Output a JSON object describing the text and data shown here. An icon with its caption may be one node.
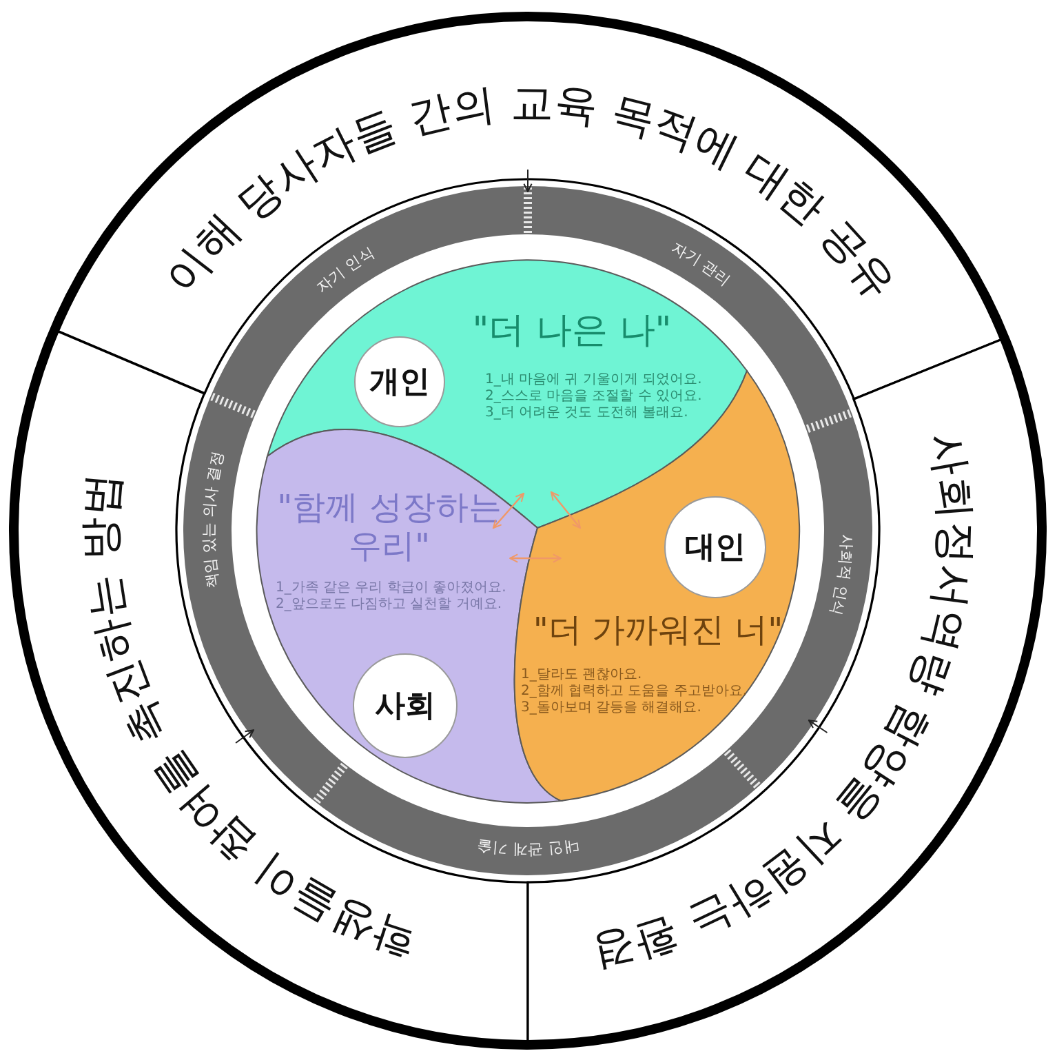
{
  "diagram": {
    "nodes": [
      {
        "text": [
          "이해 당사자들 간의 교육 목적에 대한 공유"
        ]
      },
      {
        "text": [
          "학생들이 참여를 촉진하는 방법"
        ]
      },
      {
        "text": [
          "사회정서역량 함양을 지원하는 환경"
        ]
      },
      {
        "text": [
          "\"더 나은 나\"",
          "1_내 마음에 귀 기울이게 되었어요.",
          "2_스스로 마음을 조절할 수 있어요.",
          "3_더 어려운 것도 도전해 볼래요."
        ]
      },
      {
        "text": [
          "개인"
        ],
        "in": 3
      },
      {
        "text": [
          "\"함께 성장하는 우리\"",
          "1_가족 같은 우리 학급이 좋아졌어요.",
          "2_앞으로도 다짐하고 실천할 거예요."
        ]
      },
      {
        "text": [
          "사회"
        ],
        "in": 5
      },
      {
        "text": [
          "\"더 가까워진 너\"",
          "1_달라도 괜찮아요.",
          "2_함께 협력하고 도움을 주고받아요.",
          "3_돌아보며 갈등을 해결해요."
        ]
      },
      {
        "text": [
          "대인"
        ],
        "in": 7
      }
    ],
    "labels": [
      "자기 인식",
      "자기 관리",
      "사회적 인식",
      "대인 관계 기술",
      "책임 있는 의사 결정"
    ]
  }
}
